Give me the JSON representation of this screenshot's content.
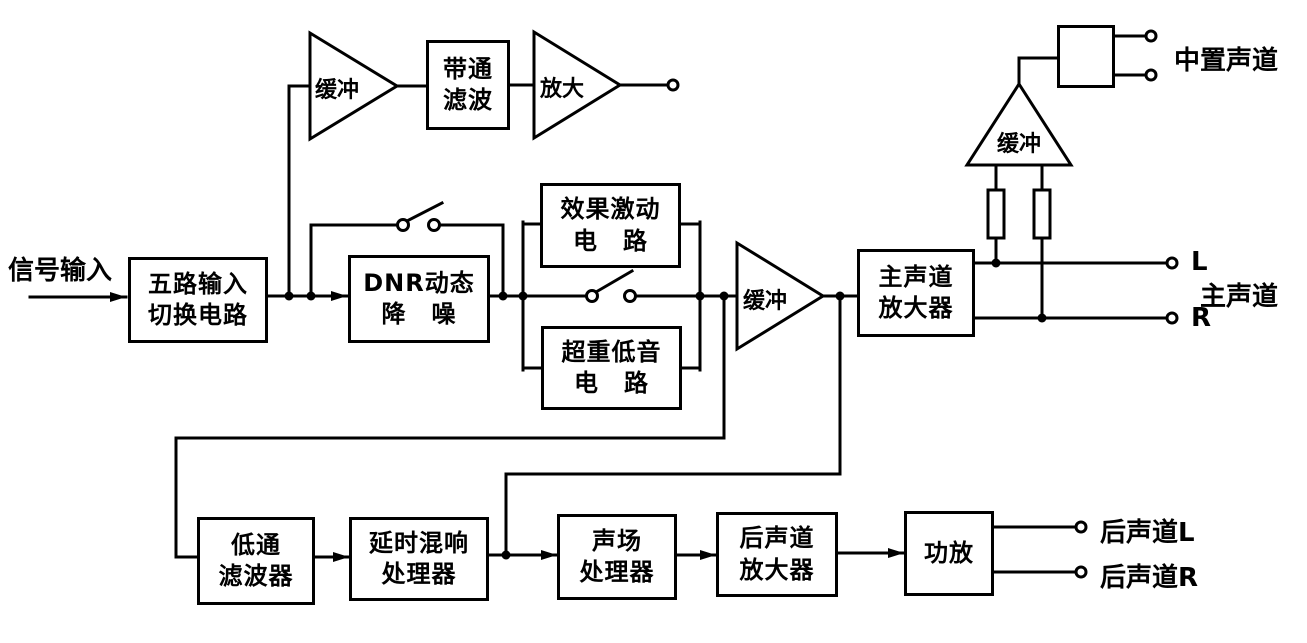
{
  "diagram": {
    "kind": "audio-signal-flow-block-diagram",
    "line_color": "#000000",
    "background": "#ffffff"
  },
  "blocks": {
    "five_input": {
      "line1": "五路输入",
      "line2": "切换电路"
    },
    "bandpass": {
      "line1": "带通",
      "line2": "滤波"
    },
    "dnr": {
      "line1": "DNR动态",
      "line2": "降　噪"
    },
    "effect": {
      "line1": "效果激动",
      "line2": "电　路"
    },
    "subwoofer": {
      "line1": "超重低音",
      "line2": "电　路"
    },
    "main_amp": {
      "line1": "主声道",
      "line2": "放大器"
    },
    "lowpass": {
      "line1": "低通",
      "line2": "滤波器"
    },
    "delay_reverb": {
      "line1": "延时混响",
      "line2": "处理器"
    },
    "sound_field": {
      "line1": "声场",
      "line2": "处理器"
    },
    "rear_amp": {
      "line1": "后声道",
      "line2": "放大器"
    },
    "power_amp": {
      "line1": "功放"
    }
  },
  "buffers": {
    "top": "缓冲",
    "amplify": "放大",
    "mid": "缓冲",
    "center": "缓冲"
  },
  "io": {
    "signal_input": "信号输入",
    "center_channel": "中置声道",
    "left": "L",
    "main_channel": "主声道",
    "right": "R",
    "rear_left": "后声道L",
    "rear_right": "后声道R"
  }
}
